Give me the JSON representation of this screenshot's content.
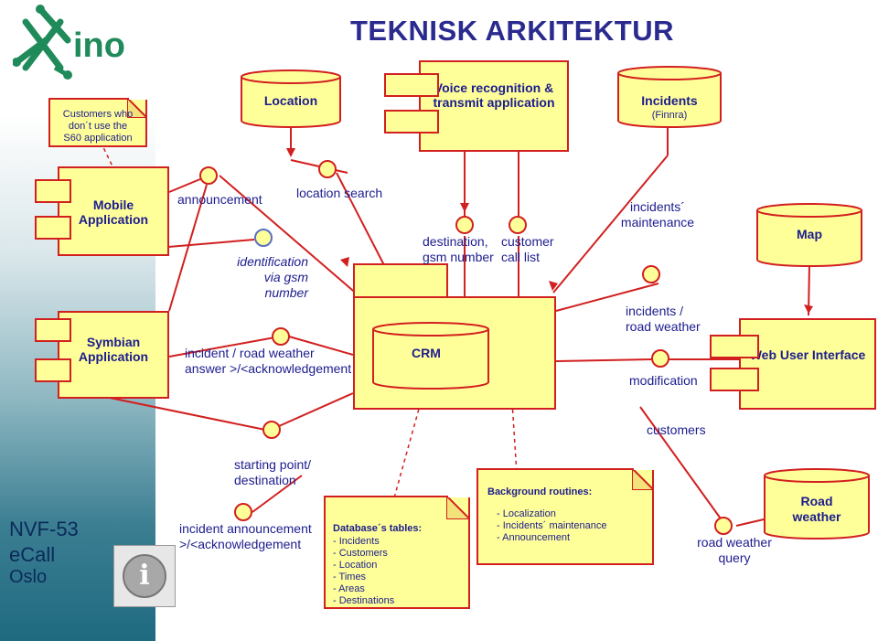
{
  "title": "TEKNISK ARKITEKTUR",
  "logo_text": "ino",
  "components": {
    "location": "Location",
    "voice_recognition": "Voice recognition & transmit application",
    "incidents": "Incidents",
    "incidents_sub": "(Finnra)",
    "mobile_application": "Mobile Application",
    "map": "Map",
    "symbian_application": "Symbian Application",
    "crm": "CRM",
    "web_user_interface": "Web User Interface",
    "road_weather": "Road weather"
  },
  "notes": {
    "customers_without_s60": "Customers who don´t use the S60 application",
    "database_tables_title": "Database´s tables:",
    "database_tables": [
      "- Incidents",
      "- Customers",
      "- Location",
      "- Times",
      "- Areas",
      "- Destinations"
    ],
    "background_routines_title": "Background routines:",
    "background_routines": [
      "- Localization",
      "- Incidents´ maintenance",
      "- Announcement"
    ]
  },
  "interfaces": {
    "announcement": "announcement",
    "location_search": "location search",
    "identification": "identification via gsm number",
    "destination_gsm": "destination, gsm number",
    "customer_call_list": "customer call list",
    "incidents_maintenance": "incidents´ maintenance",
    "incident_answer": "incident / road weather answer >/<acknowledgement",
    "incidents_road_weather": "incidents / road weather",
    "modification": "modification",
    "customers": "customers",
    "starting_point": "starting point/ destination",
    "incident_announcement": "incident announcement >/<acknowledgement",
    "road_weather_query": "road weather query"
  },
  "footer": {
    "line1": "NVF-53",
    "line2": "eCall",
    "line3": "Oslo"
  },
  "info_icon_glyph": "i",
  "colors": {
    "box_fill": "#ffff99",
    "box_border": "#d21f1f",
    "text": "#1c1c8f",
    "title": "#2a2a8f",
    "logo_green": "#1f8a5a"
  }
}
